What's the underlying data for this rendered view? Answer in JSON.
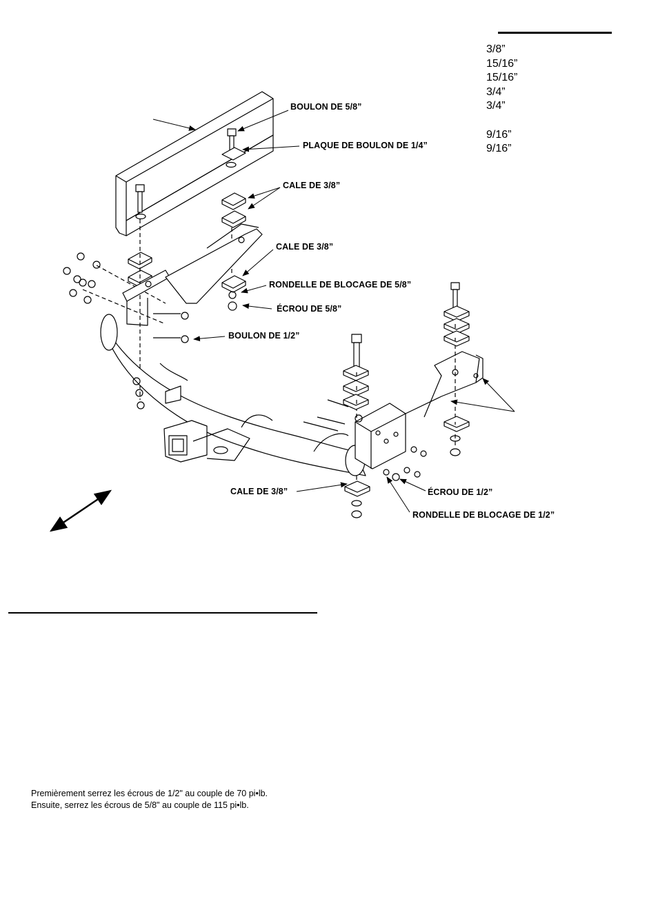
{
  "wrench_sizes": [
    "3/8”",
    "15/16”",
    "15/16”",
    "3/4”",
    "3/4”",
    "",
    "9/16”",
    "9/16”"
  ],
  "labels": {
    "bolt_5_8": "BOULON DE 5/8”",
    "bolt_plate_1_4": "PLAQUE DE BOULON DE 1/4”",
    "shim_3_8_a": "CALE DE 3/8”",
    "shim_3_8_b": "CALE DE 3/8”",
    "lock_washer_5_8": "RONDELLE DE BLOCAGE DE 5/8”",
    "nut_5_8": "ÉCROU DE 5/8”",
    "bolt_1_2": "BOULON DE 1/2”",
    "shim_3_8_c": "CALE DE 3/8”",
    "nut_1_2": "ÉCROU DE 1/2”",
    "lock_washer_1_2": "RONDELLE DE BLOCAGE DE 1/2”"
  },
  "torque": {
    "line1": "Premièrement serrez les écrous de 1/2\" au couple de 70 pi•lb.",
    "line2": "Ensuite, serrez les écrous de 5/8\" au couple de 115 pi•lb."
  }
}
